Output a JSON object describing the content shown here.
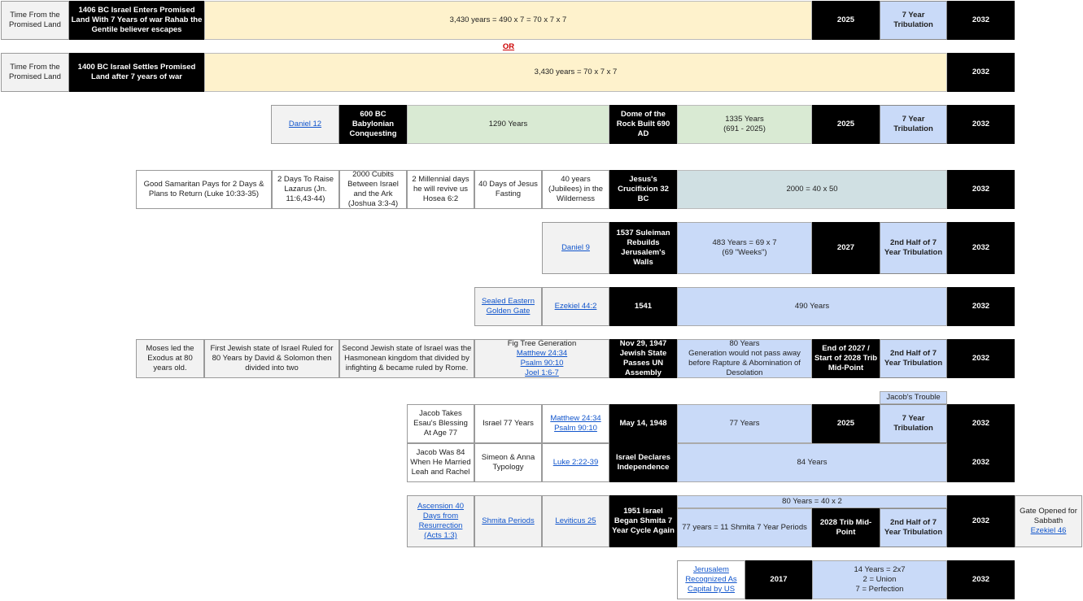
{
  "or_label": "OR",
  "row1": {
    "label": "Time From the Promised Land",
    "event": "1406 BC Israel Enters Promised Land With 7 Years of war Rahab the Gentile believer escapes",
    "span": "3,430 years =  490 x 7 = 70 x 7 x 7",
    "y2025": "2025",
    "trib": "7 Year Tribulation",
    "y2032": "2032"
  },
  "row2": {
    "label": "Time From the Promised Land",
    "event": "1400 BC Israel Settles Promised Land after 7 years of war",
    "span": "3,430 years =  70 x 7 x 7",
    "y2032": "2032"
  },
  "row3": {
    "link": "Daniel 12",
    "event": "600 BC Babylonian Conquesting",
    "span1": "1290 Years",
    "dome": "Dome of the Rock Built 690 AD",
    "span2a": "1335 Years",
    "span2b": "(691 - 2025)",
    "y2025": "2025",
    "trib": "7 Year Tribulation",
    "y2032": "2032"
  },
  "row4": {
    "samaritan": "Good Samaritan Pays for 2 Days & Plans to Return (Luke 10:33-35)",
    "lazarus": "2 Days To Raise Lazarus (Jn. 11:6,43-44)",
    "cubits": "2000 Cubits Between Israel and the Ark (Joshua 3:3-4)",
    "millennial": "2 Millennial days he will revive us Hosea 6:2",
    "fasting": "40 Days of Jesus Fasting",
    "wilderness": "40 years (Jubilees) in the Wilderness",
    "crucifixion": "Jesus's Crucifixion 32 BC",
    "span": "2000 = 40 x 50",
    "y2032": "2032"
  },
  "row5": {
    "link": "Daniel 9",
    "event": "1537 Suleiman Rebuilds Jerusalem's Walls",
    "span1": "483 Years = 69 x 7",
    "span2": "(69 \"Weeks\")",
    "y2027": "2027",
    "half": "2nd Half of 7 Year Tribulation",
    "y2032": "2032"
  },
  "row6": {
    "link1": "Sealed Eastern Golden Gate",
    "link2": "Ezekiel 44:2",
    "event": "1541",
    "span": "490 Years",
    "y2032": "2032"
  },
  "row7": {
    "moses": "Moses led the Exodus at 80 years old.",
    "first_state": "First Jewish state of Israel Ruled for 80 Years by David & Solomon then divided into two",
    "second_state": "Second Jewish state of Israel was the Hasmonean kingdom that divided by infighting & became ruled by Rome.",
    "fig_title": "Fig Tree Generation",
    "fig_link1": "Matthew 24:34",
    "fig_link2": "Psalm 90:10",
    "fig_link3": "Joel 1:6-7",
    "event": "Nov 29, 1947 Jewish State Passes UN Assembly",
    "span_title": "80 Years",
    "span_text": "Generation would not pass away before Rapture & Abomination of Desolation",
    "midpoint": "End of 2027 / Start of 2028 Trib Mid-Point",
    "half": "2nd Half of 7 Year Tribulation",
    "y2032": "2032"
  },
  "jacobs_trouble": "Jacob's Trouble",
  "row8": {
    "jacob": "Jacob Takes Esau's Blessing At Age 77",
    "israel77": "Israel 77 Years",
    "link1": "Matthew 24:34",
    "link2": "Psalm 90:10",
    "event": "May 14, 1948",
    "span": "77 Years",
    "y2025": "2025",
    "trib": "7 Year Tribulation",
    "y2032": "2032"
  },
  "row9": {
    "jacob": "Jacob Was 84 When He Married Leah and Rachel",
    "simeon": "Simeon &  Anna Typology",
    "link": "Luke 2:22-39",
    "event": "Israel Declares Independence",
    "span": "84 Years",
    "y2032": "2032"
  },
  "row10": {
    "link1": "Ascension 40 Days from Resurrection (Acts 1:3)",
    "link2": "Shmita Periods",
    "link3": "Leviticus 25",
    "event": "1951 Israel Began Shmita 7 Year Cycle Again",
    "top_span": "80 Years = 40 x 2",
    "span": "77 years = 11 Shmita 7 Year Periods",
    "midpoint": "2028 Trib Mid-Point",
    "half": "2nd Half of 7 Year Tribulation",
    "y2032": "2032",
    "gate": "Gate Opened for Sabbath",
    "gate_link": "Ezekiel 46"
  },
  "row11": {
    "link": "Jerusalem Recognized As Capital by US",
    "y2017": "2017",
    "span1": "14 Years = 2x7",
    "span2": "2 = Union",
    "span3": "7 = Perfection",
    "y2032": "2032"
  }
}
